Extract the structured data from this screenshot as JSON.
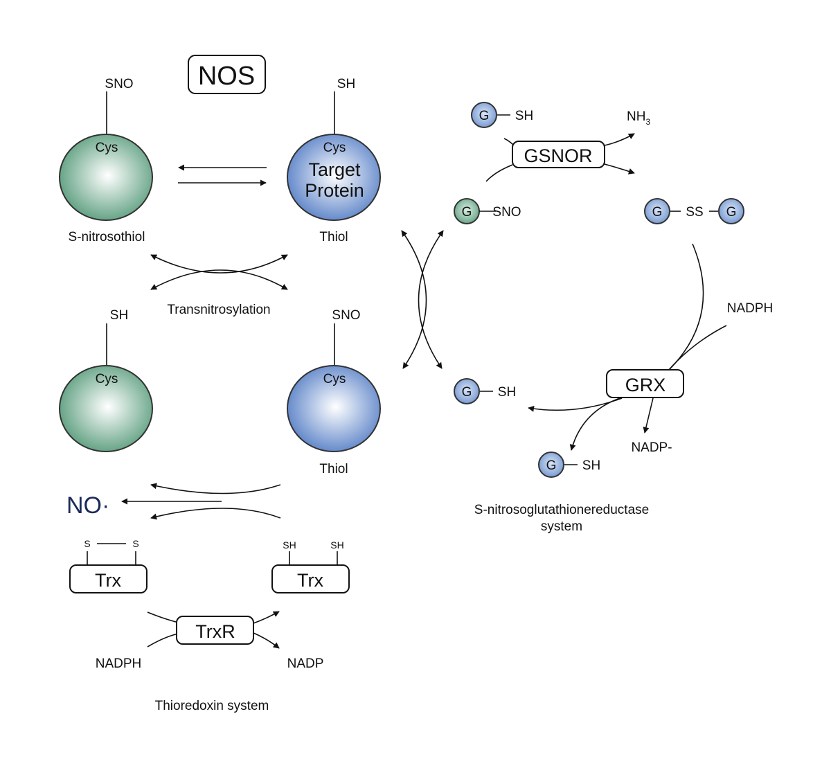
{
  "nodes": {
    "nos": "NOS",
    "sno_label_top": "SNO",
    "sh_label_top": "SH",
    "cys_green_top": "Cys",
    "cys_blue_top": "Cys",
    "target_protein_line1": "Target",
    "target_protein_line2": "Protein",
    "s_nitrosothiol": "S-nitrosothiol",
    "thiol_top": "Thiol",
    "transnitrosylation": "Transnitrosylation",
    "sh_label_bottom": "SH",
    "sno_label_bottom": "SNO",
    "cys_green_bottom": "Cys",
    "cys_blue_bottom": "Cys",
    "thiol_bottom": "Thiol",
    "no_radical": "NO·",
    "s_left": "S",
    "s_right": "S",
    "trx_oxidized": "Trx",
    "sh_trx_left": "SH",
    "sh_trx_right": "SH",
    "trx_reduced": "Trx",
    "trxr": "TrxR",
    "nadph_trx": "NADPH",
    "nadp_trx": "NADP",
    "thioredoxin_system": "Thioredoxin system",
    "g_gsh_top": "G",
    "sh_gsh_top": "SH",
    "nh3_main": "NH",
    "nh3_sub": "3",
    "gsnor": "GSNOR",
    "g_gsno": "G",
    "sno_gsno": "SNO",
    "g_gssg_left": "G",
    "ss_gssg": "SS",
    "g_gssg_right": "G",
    "nadph_grx": "NADPH",
    "grx": "GRX",
    "g_gsh_mid": "G",
    "sh_gsh_mid": "SH",
    "nadp_grx": "NADP-",
    "g_gsh_low": "G",
    "sh_gsh_low": "SH",
    "gsnor_system_line1": "S-nitrosoglutathionereductase",
    "gsnor_system_line2": "system"
  },
  "colors": {
    "green_center": "#ffffff",
    "green_edge": "#5e9f80",
    "blue_center": "#ffffff",
    "blue_edge": "#5d84c8",
    "no_text": "#1b2a5c",
    "outline": "#333333"
  }
}
